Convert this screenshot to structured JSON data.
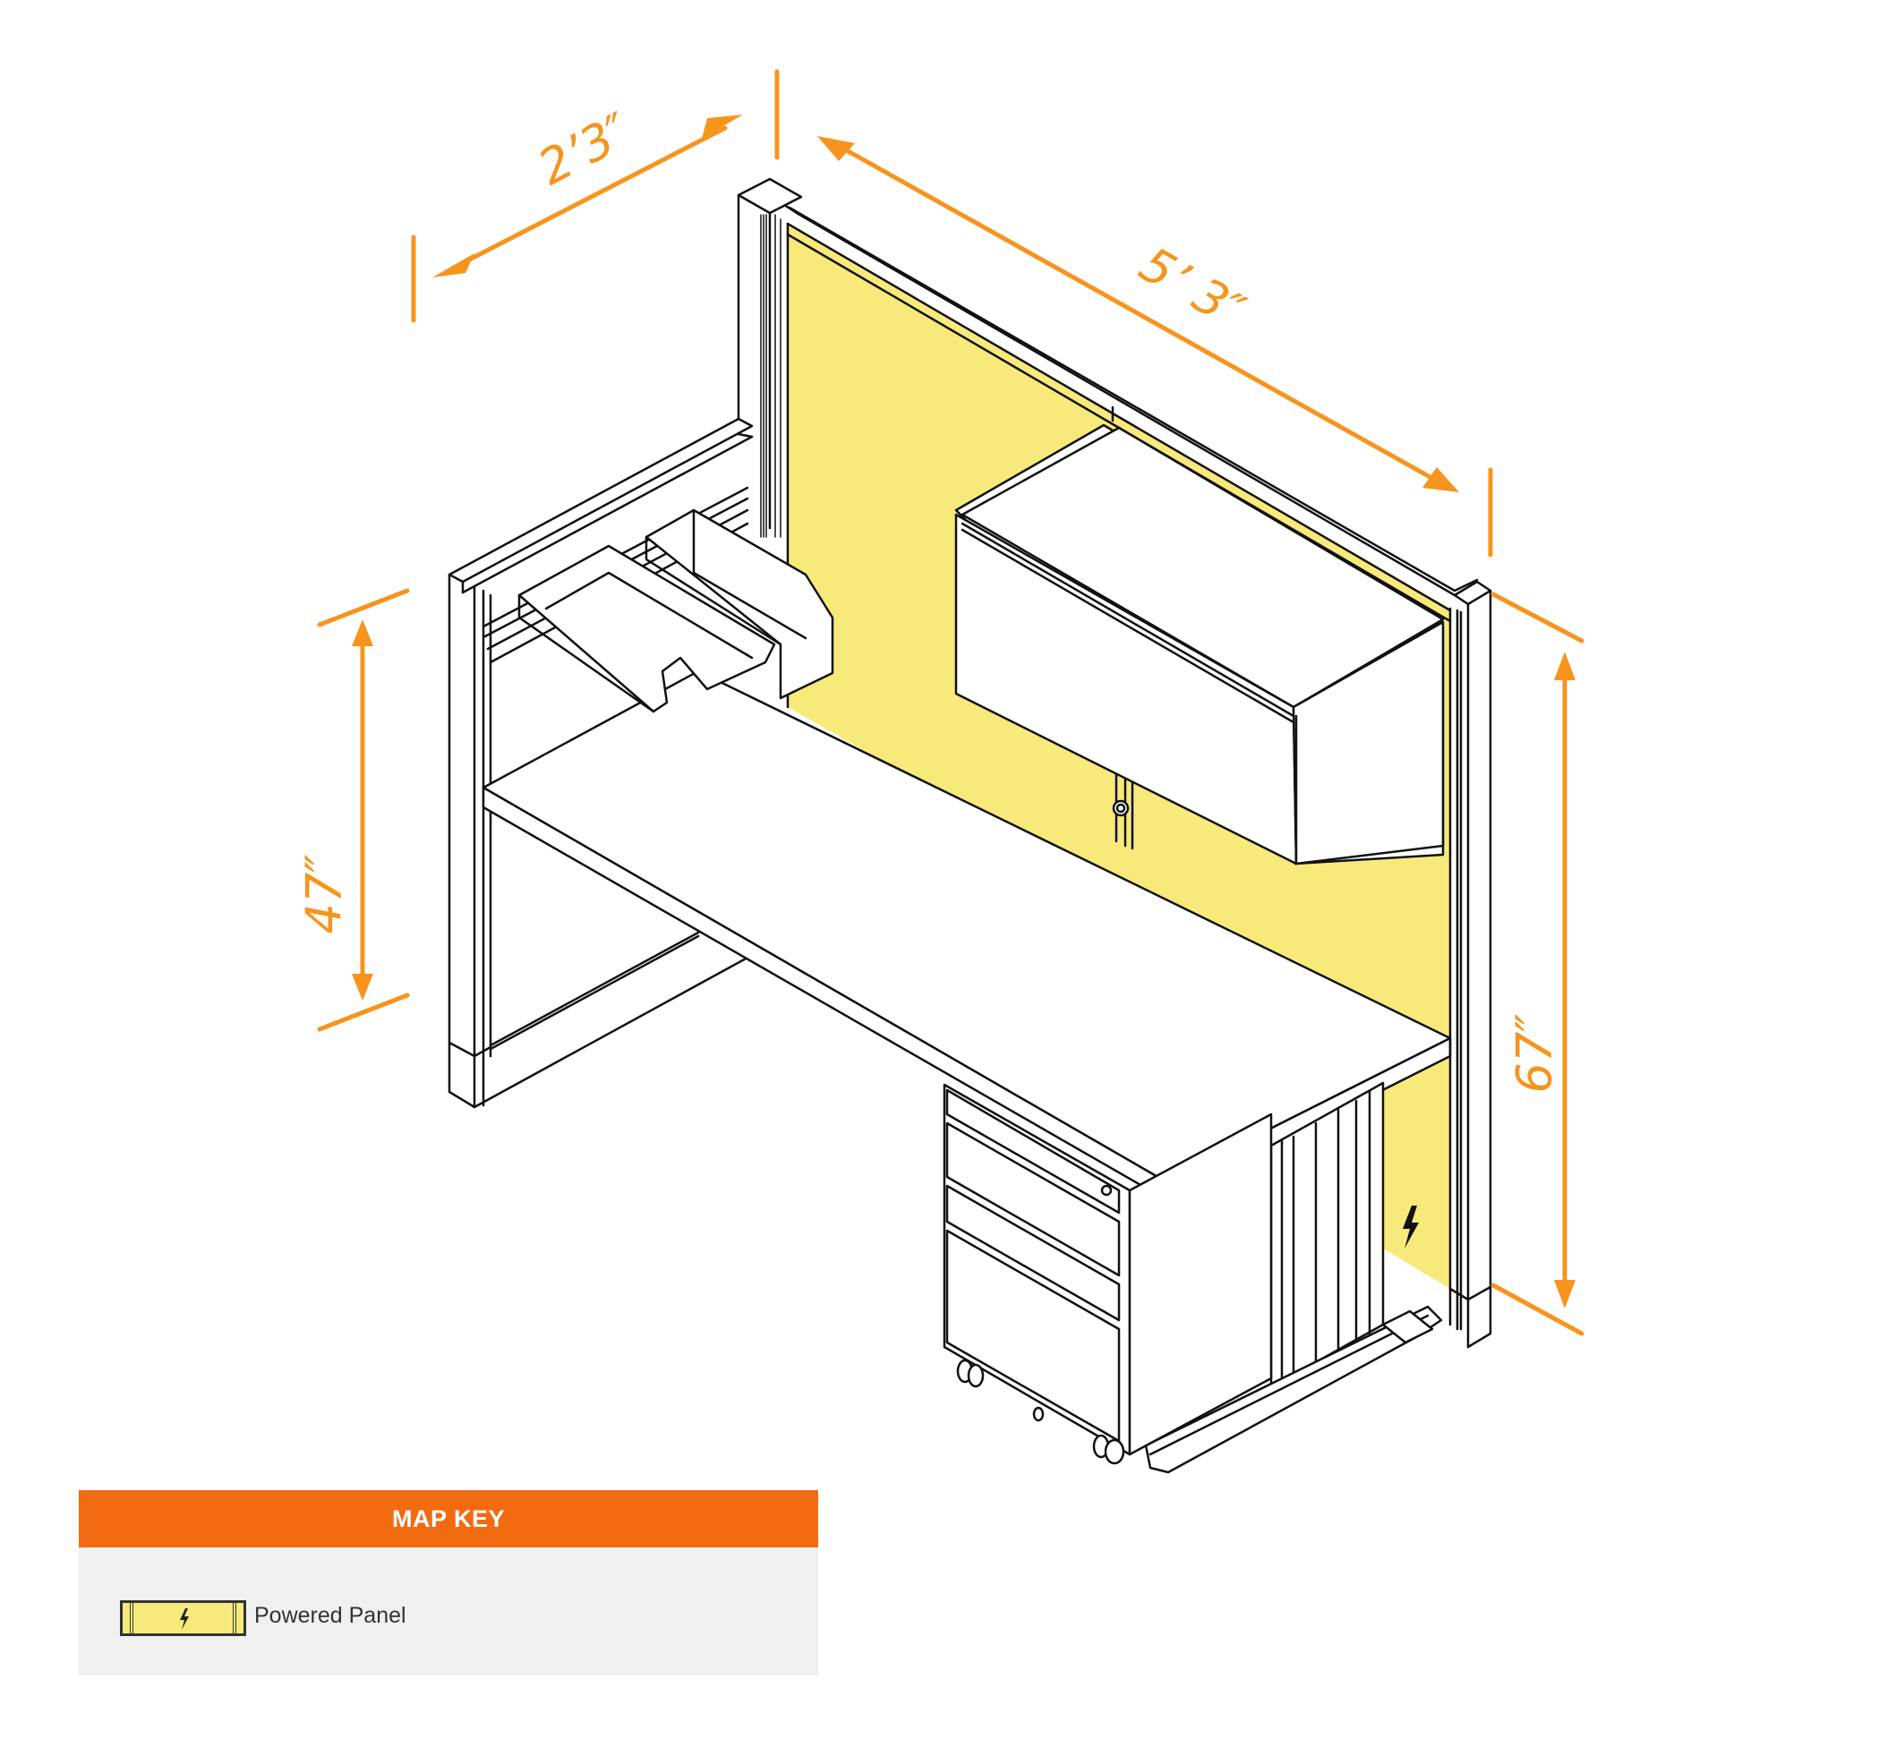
{
  "dimensions": {
    "depth": "2’3″",
    "width": "5’ 3″",
    "worksurface_height": "47″",
    "panel_height": "67″"
  },
  "colors": {
    "dimension_orange": "#f7941d",
    "powered_panel_yellow": "#f8ea7a",
    "map_key_header": "#f26b11",
    "map_key_body": "#f0f0f0",
    "line": "#111111"
  },
  "components": [
    {
      "name": "powered-back-panel",
      "icon": "lightning-bolt-icon"
    },
    {
      "name": "side-panel"
    },
    {
      "name": "worksurface"
    },
    {
      "name": "overhead-storage-cabinet"
    },
    {
      "name": "letter-trays"
    },
    {
      "name": "mobile-pedestal"
    },
    {
      "name": "end-leg-support"
    }
  ],
  "map_key": {
    "title": "MAP KEY",
    "items": [
      {
        "label": "Powered Panel",
        "icon": "lightning-bolt-icon"
      }
    ]
  }
}
